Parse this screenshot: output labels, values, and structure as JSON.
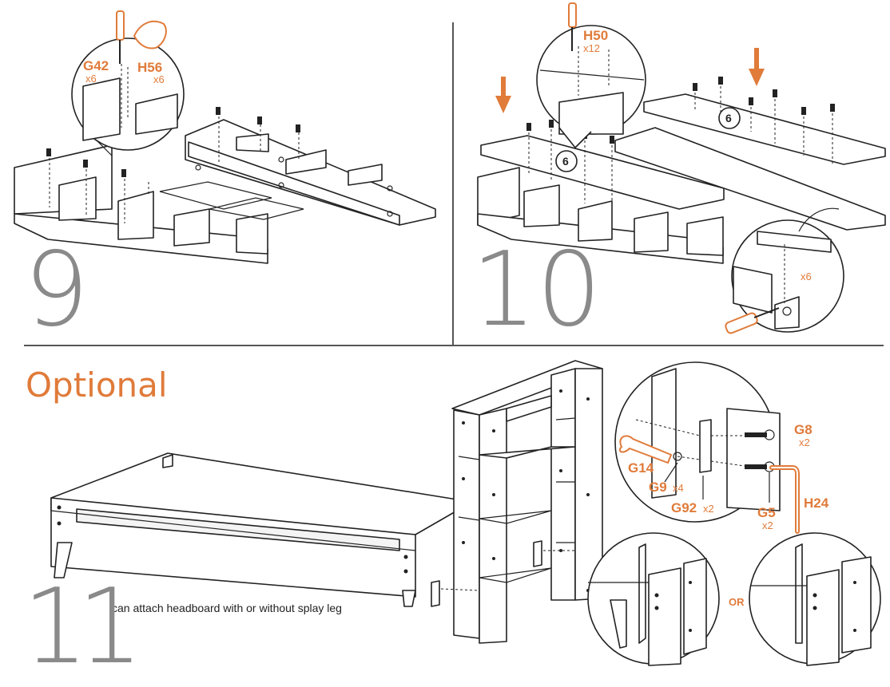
{
  "steps": {
    "step9": {
      "number": "9",
      "labels": {
        "g42": "G42",
        "g42_qty": "x6",
        "h56": "H56",
        "h56_qty": "x6"
      }
    },
    "step10": {
      "number": "10",
      "labels": {
        "h50": "H50",
        "h50_qty": "x12",
        "part6_a": "6",
        "part6_b": "6",
        "detail_qty": "x6"
      }
    },
    "step11": {
      "number": "11",
      "heading": "Optional",
      "caption": "can attach headboard with or without splay leg",
      "labels": {
        "g8": "G8",
        "g8_qty": "x2",
        "g14": "G14",
        "g9": "G9",
        "g9_qty": "x4",
        "g92": "G92",
        "g92_qty": "x2",
        "g5": "G5",
        "g5_qty": "x2",
        "h24": "H24",
        "or": "OR"
      }
    }
  },
  "colors": {
    "accent": "#e07b3a",
    "step_number": "#8a8a8a",
    "line": "#222222"
  }
}
